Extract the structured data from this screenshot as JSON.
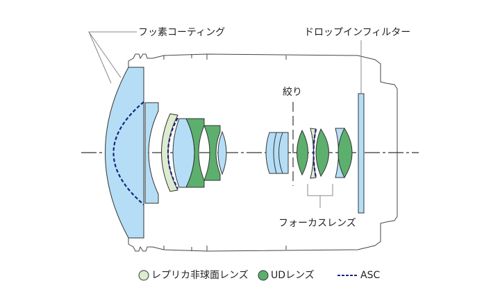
{
  "labels": {
    "fluorine_coating": "フッ素コーティング",
    "drop_in_filter": "ドロップインフィルター",
    "aperture": "絞り",
    "focus_lens": "フォーカスレンズ"
  },
  "legend": [
    {
      "label": "レプリカ非球面レンズ",
      "color": "#ddeccf"
    },
    {
      "label": "UDレンズ",
      "color": "#5daf6e"
    },
    {
      "label": "ASC",
      "color": "#1a237e"
    }
  ]
}
